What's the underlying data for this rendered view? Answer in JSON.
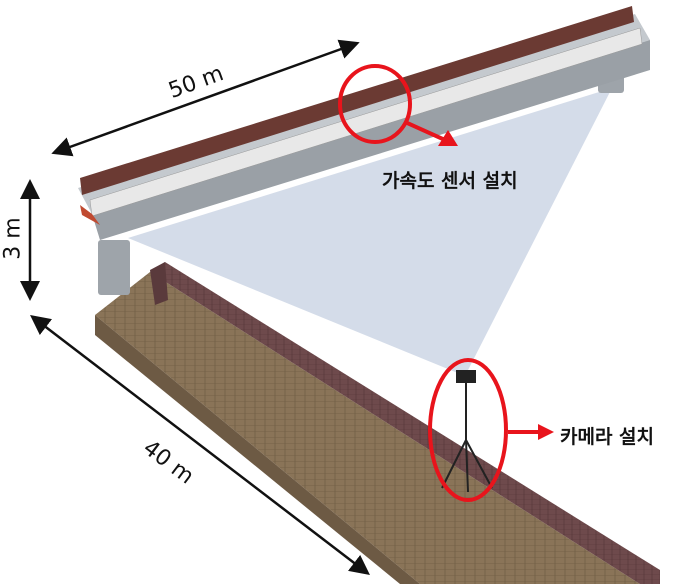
{
  "labels": {
    "bridge_length": "50 m",
    "bridge_height": "3 m",
    "camera_distance": "40 m",
    "sensor_note": "가속도 센서 설치",
    "camera_note": "카메라 설치"
  },
  "colors": {
    "annotation": "#e8141c",
    "view_field": "#c9d3e3",
    "deck": "#b9bec4",
    "parapet": "#6b3a33",
    "ground": "#8a7458",
    "wall": "#6a4848"
  }
}
